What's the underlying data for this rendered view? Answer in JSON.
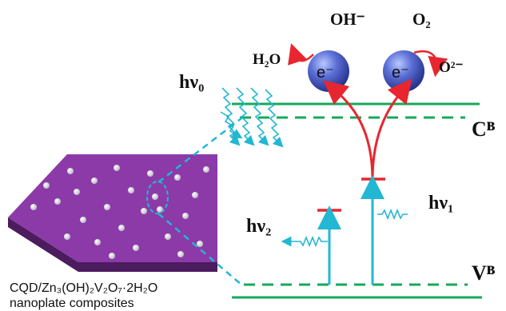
{
  "labels": {
    "oh_minus": "OH⁻",
    "o2": "O₂",
    "h2o": "H₂O",
    "o2_minus": "O²⁻",
    "e_left": "e⁻",
    "e_right": "e⁻",
    "hv0": "hν₀",
    "hv1": "hν₁",
    "hv2": "hν₂",
    "cb": "Cᴮ",
    "vb": "Vᴮ",
    "caption_line1": "CQD/Zn₃(OH)₂V₂O₇·2H₂O",
    "caption_line2": "nanoplate composites"
  },
  "colors": {
    "band_green": "#16a85a",
    "arrow_red": "#e8262f",
    "light_cyan": "#22b7d2",
    "plate_purple": "#8c3aa8",
    "electron_blue": "#4a5fc4"
  }
}
